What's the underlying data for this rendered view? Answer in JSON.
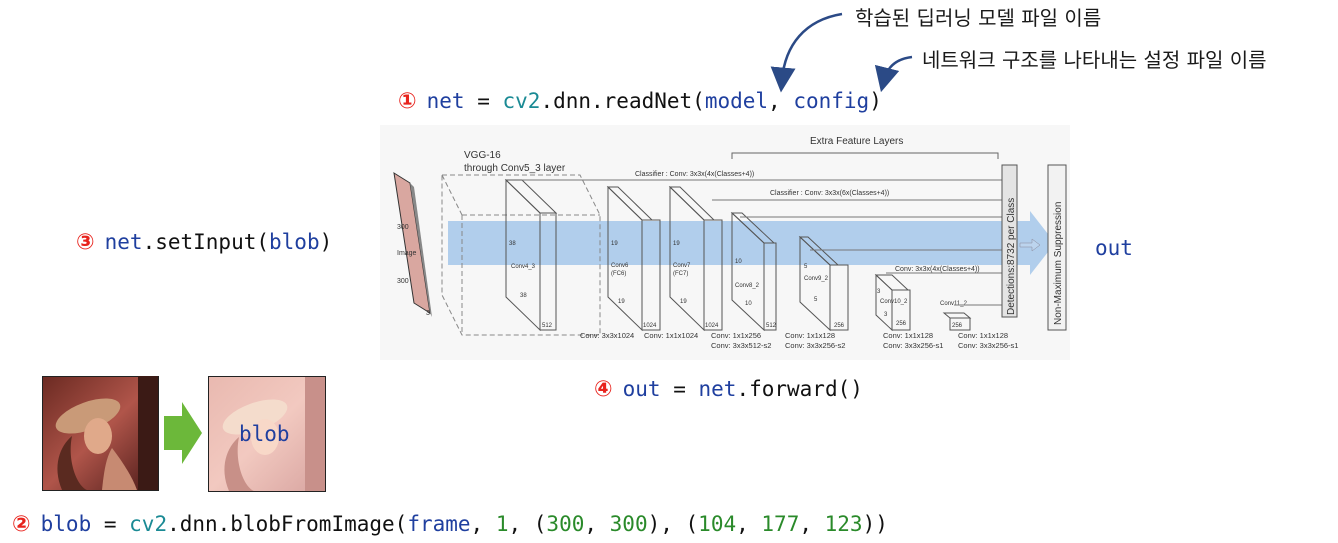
{
  "annotations": {
    "model_note": "학습된 딥러닝 모델 파일 이름",
    "config_note": "네트워크 구조를 나타내는 설정 파일 이름"
  },
  "steps": {
    "s1": {
      "num": "①",
      "lhs": "net",
      "eq": " = ",
      "mod": "cv2",
      "fn": ".dnn.readNet(",
      "arg1": "model",
      "sep": ", ",
      "arg2": "config",
      "close": ")"
    },
    "s2": {
      "num": "②",
      "lhs": "blob",
      "eq": " = ",
      "mod": "cv2",
      "fn": ".dnn.blobFromImage(",
      "arg1": "frame",
      "sep1": ", ",
      "n1": "1",
      "sep2": ", (",
      "n2": "300",
      "sep3": ", ",
      "n3": "300",
      "sep4": "), (",
      "n4": "104",
      "sep5": ", ",
      "n5": "177",
      "sep6": ", ",
      "n6": "123",
      "close": "))"
    },
    "s3": {
      "num": "③",
      "obj": "net",
      "fn": ".setInput(",
      "arg": "blob",
      "close": ")"
    },
    "s4": {
      "num": "④",
      "lhs": "out",
      "eq": " = ",
      "obj": "net",
      "fn": ".forward()"
    }
  },
  "output_label": "out",
  "blob_label": "blob",
  "diagram": {
    "vgg_label_1": "VGG-16",
    "vgg_label_2": "through Conv5_3 layer",
    "extra_label": "Extra Feature Layers",
    "classifier1": "Classifier : Conv: 3x3x(4x(Classes+4))",
    "classifier2": "Classifier : Conv: 3x3x(6x(Classes+4))",
    "classifier3": "Conv: 3x3x(4x(Classes+4))",
    "detections": "Detections:8732 per Class",
    "nms": "Non-Maximum Suppression",
    "input_300a": "300",
    "input_image": "Image",
    "input_300b": "300",
    "input_3": "3",
    "conv4_label": "Conv4_3",
    "conv4_38a": "38",
    "conv4_38b": "38",
    "conv4_512": "512",
    "fc6_label": "Conv6",
    "fc6_sub": "(FC6)",
    "fc6_19a": "19",
    "fc6_19b": "19",
    "fc6_1024": "1024",
    "fc7_label": "Conv7",
    "fc7_sub": "(FC7)",
    "fc7_19a": "19",
    "fc7_19b": "19",
    "fc7_1024": "1024",
    "c8_label": "Conv8_2",
    "c8_10a": "10",
    "c8_10b": "10",
    "c8_512": "512",
    "c9_label": "Conv9_2",
    "c9_5a": "5",
    "c9_5b": "5",
    "c9_256": "256",
    "c10_label": "Conv10_2",
    "c10_3a": "3",
    "c10_3b": "3",
    "c10_256": "256",
    "c11_label": "Conv11_2",
    "c11_256": "256",
    "cap1": "Conv: 3x3x1024",
    "cap2": "Conv: 1x1x1024",
    "cap3a": "Conv: 1x1x256",
    "cap3b": "Conv:  3x3x512-s2",
    "cap4a": "Conv: 1x1x128",
    "cap4b": "Conv: 3x3x256-s2",
    "cap5a": "Conv: 1x1x128",
    "cap5b": "Conv: 3x3x256-s1",
    "cap6a": "Conv: 1x1x128",
    "cap6b": "Conv: 3x3x256-s1"
  },
  "colors": {
    "step_number": "#e8231d",
    "variable": "#1f3f9f",
    "module": "#1a8a94",
    "literal": "#2a8a2a",
    "arrow_green": "#6cb83a",
    "flow_band": "#a9c9ea"
  }
}
